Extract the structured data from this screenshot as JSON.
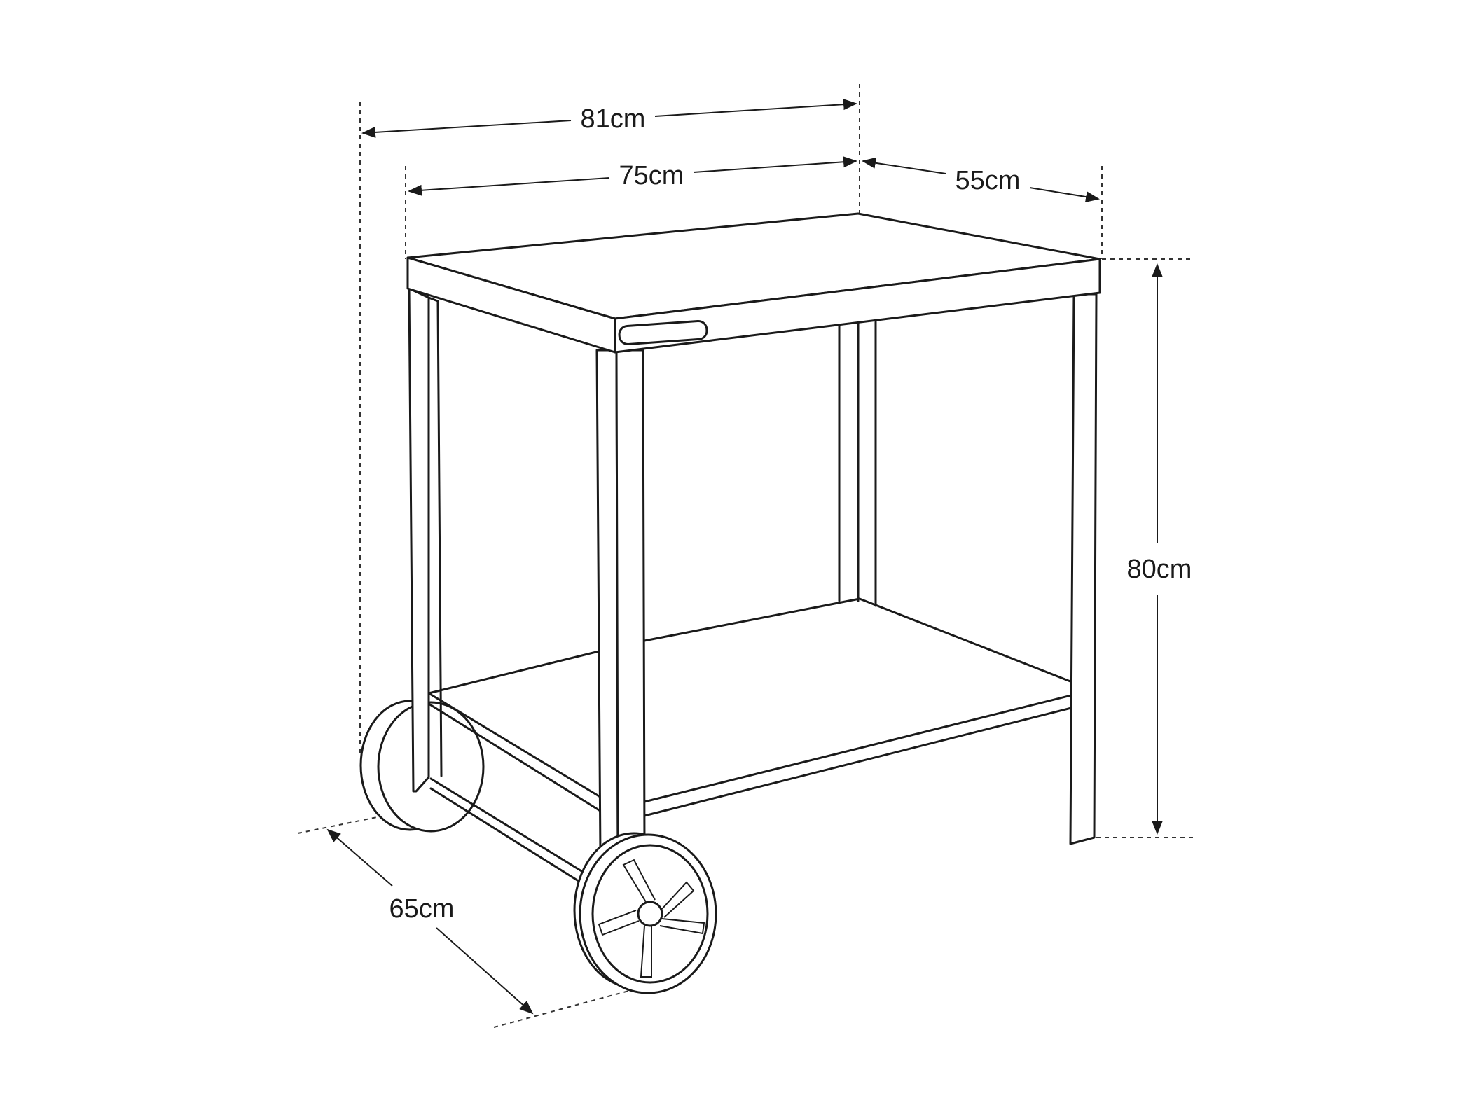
{
  "dimensions": {
    "overall_width": "81cm",
    "top_width": "75cm",
    "top_depth": "55cm",
    "height": "80cm",
    "overall_depth": "65cm"
  }
}
